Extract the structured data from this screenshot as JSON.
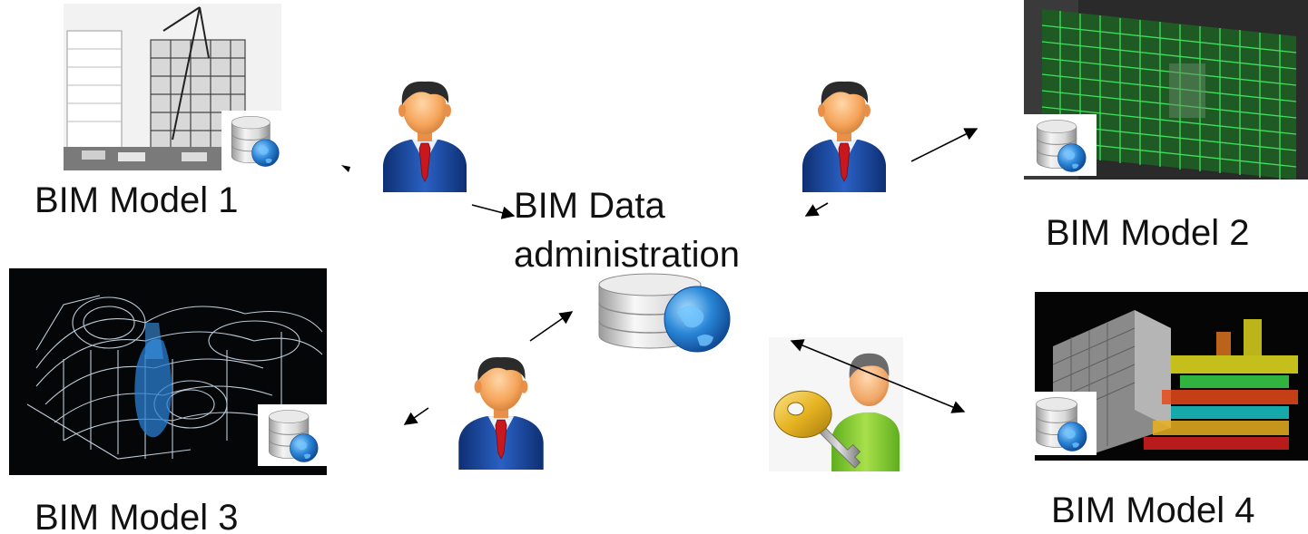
{
  "center": {
    "line1": "BIM Data",
    "line2": "administration",
    "icon": "database-globe-icon"
  },
  "models": [
    {
      "label": "BIM Model 1",
      "image": "construction-site-photo",
      "badge": "database-globe-icon"
    },
    {
      "label": "BIM Model 2",
      "image": "green-wireframe-building",
      "badge": "database-globe-icon"
    },
    {
      "label": "BIM Model 3",
      "image": "blue-wireframe-model",
      "badge": "database-globe-icon"
    },
    {
      "label": "BIM Model 4",
      "image": "point-cloud-building",
      "badge": "database-globe-icon"
    }
  ],
  "users": [
    {
      "icon": "businessman-icon"
    },
    {
      "icon": "businessman-icon"
    },
    {
      "icon": "businessman-icon"
    },
    {
      "icon": "admin-key-user-icon"
    }
  ],
  "colors": {
    "suit_blue": "#1f4fa8",
    "skin": "#f4a35b",
    "tie_red": "#c8181e",
    "globe_blue": "#1e7fd0",
    "wire_green": "#2fd14a",
    "admin_green": "#8ed13a",
    "key_gold": "#e6b422"
  }
}
